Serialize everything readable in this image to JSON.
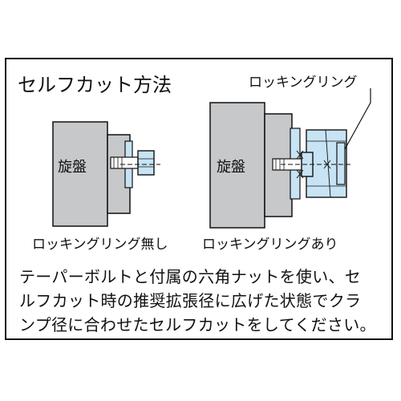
{
  "title": "セルフカット方法",
  "left_figure": {
    "machine_label": "旋盤",
    "caption": "ロッキングリング無し"
  },
  "right_figure": {
    "machine_label": "旋盤",
    "caption": "ロッキングリングあり",
    "callout": "ロッキングリング"
  },
  "description": {
    "line1": "テーパーボルトと付属の六角ナットを使い、セ",
    "line2": "ルフカット時の推奨拡張径に広げた状態でクラ",
    "line3": "ンプ径に合わせたセルフカットをしてください。"
  },
  "colors": {
    "machine_gray": "#c6c8ca",
    "part_blue": "#c7e3f4",
    "outline": "#111111"
  }
}
